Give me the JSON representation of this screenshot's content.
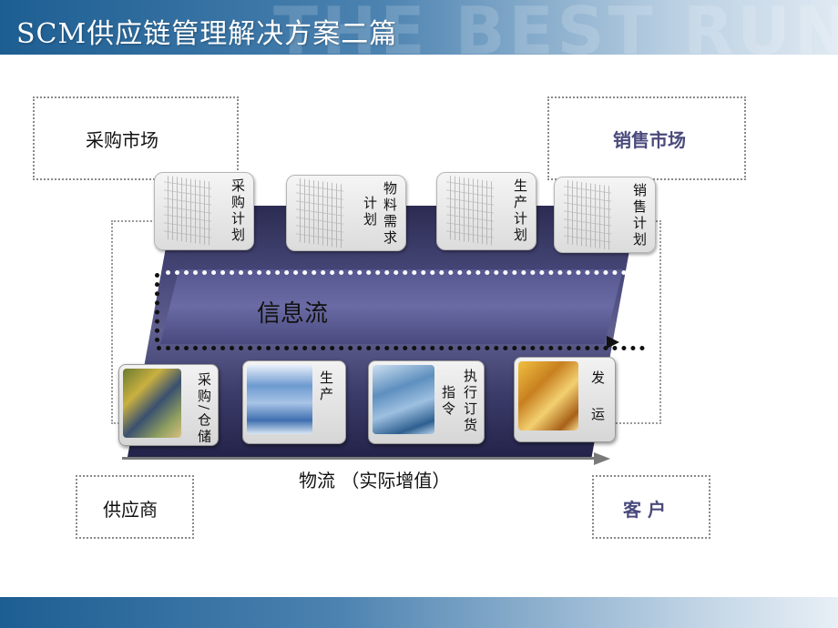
{
  "header": {
    "title": "SCM供应链管理解决方案二篇",
    "watermark": "THE BEST RUN BUSIN"
  },
  "boxes": {
    "purchase_market": "采购市场",
    "sales_market": "销售市场",
    "supplier": "供应商",
    "customer": "客 户"
  },
  "plans": [
    "采购计划",
    "物料需求计划",
    "生产计划",
    "销售计划"
  ],
  "plan_lines": [
    [
      "采购计划"
    ],
    [
      "计划",
      "物料需求"
    ],
    [
      "生产计划"
    ],
    [
      "销售计划"
    ]
  ],
  "info_flow": "信息流",
  "exec_lines": [
    [
      "采购/仓储"
    ],
    [
      "生产"
    ],
    [
      "指令",
      "执行订货"
    ],
    [
      "运",
      "发"
    ]
  ],
  "material_flow": "物流 （实际增值）",
  "colors": {
    "accent_text": "#4a4a7c",
    "band": "#4a4a7c"
  },
  "icons": [
    "chart-grid-icon",
    "photo-icon"
  ]
}
